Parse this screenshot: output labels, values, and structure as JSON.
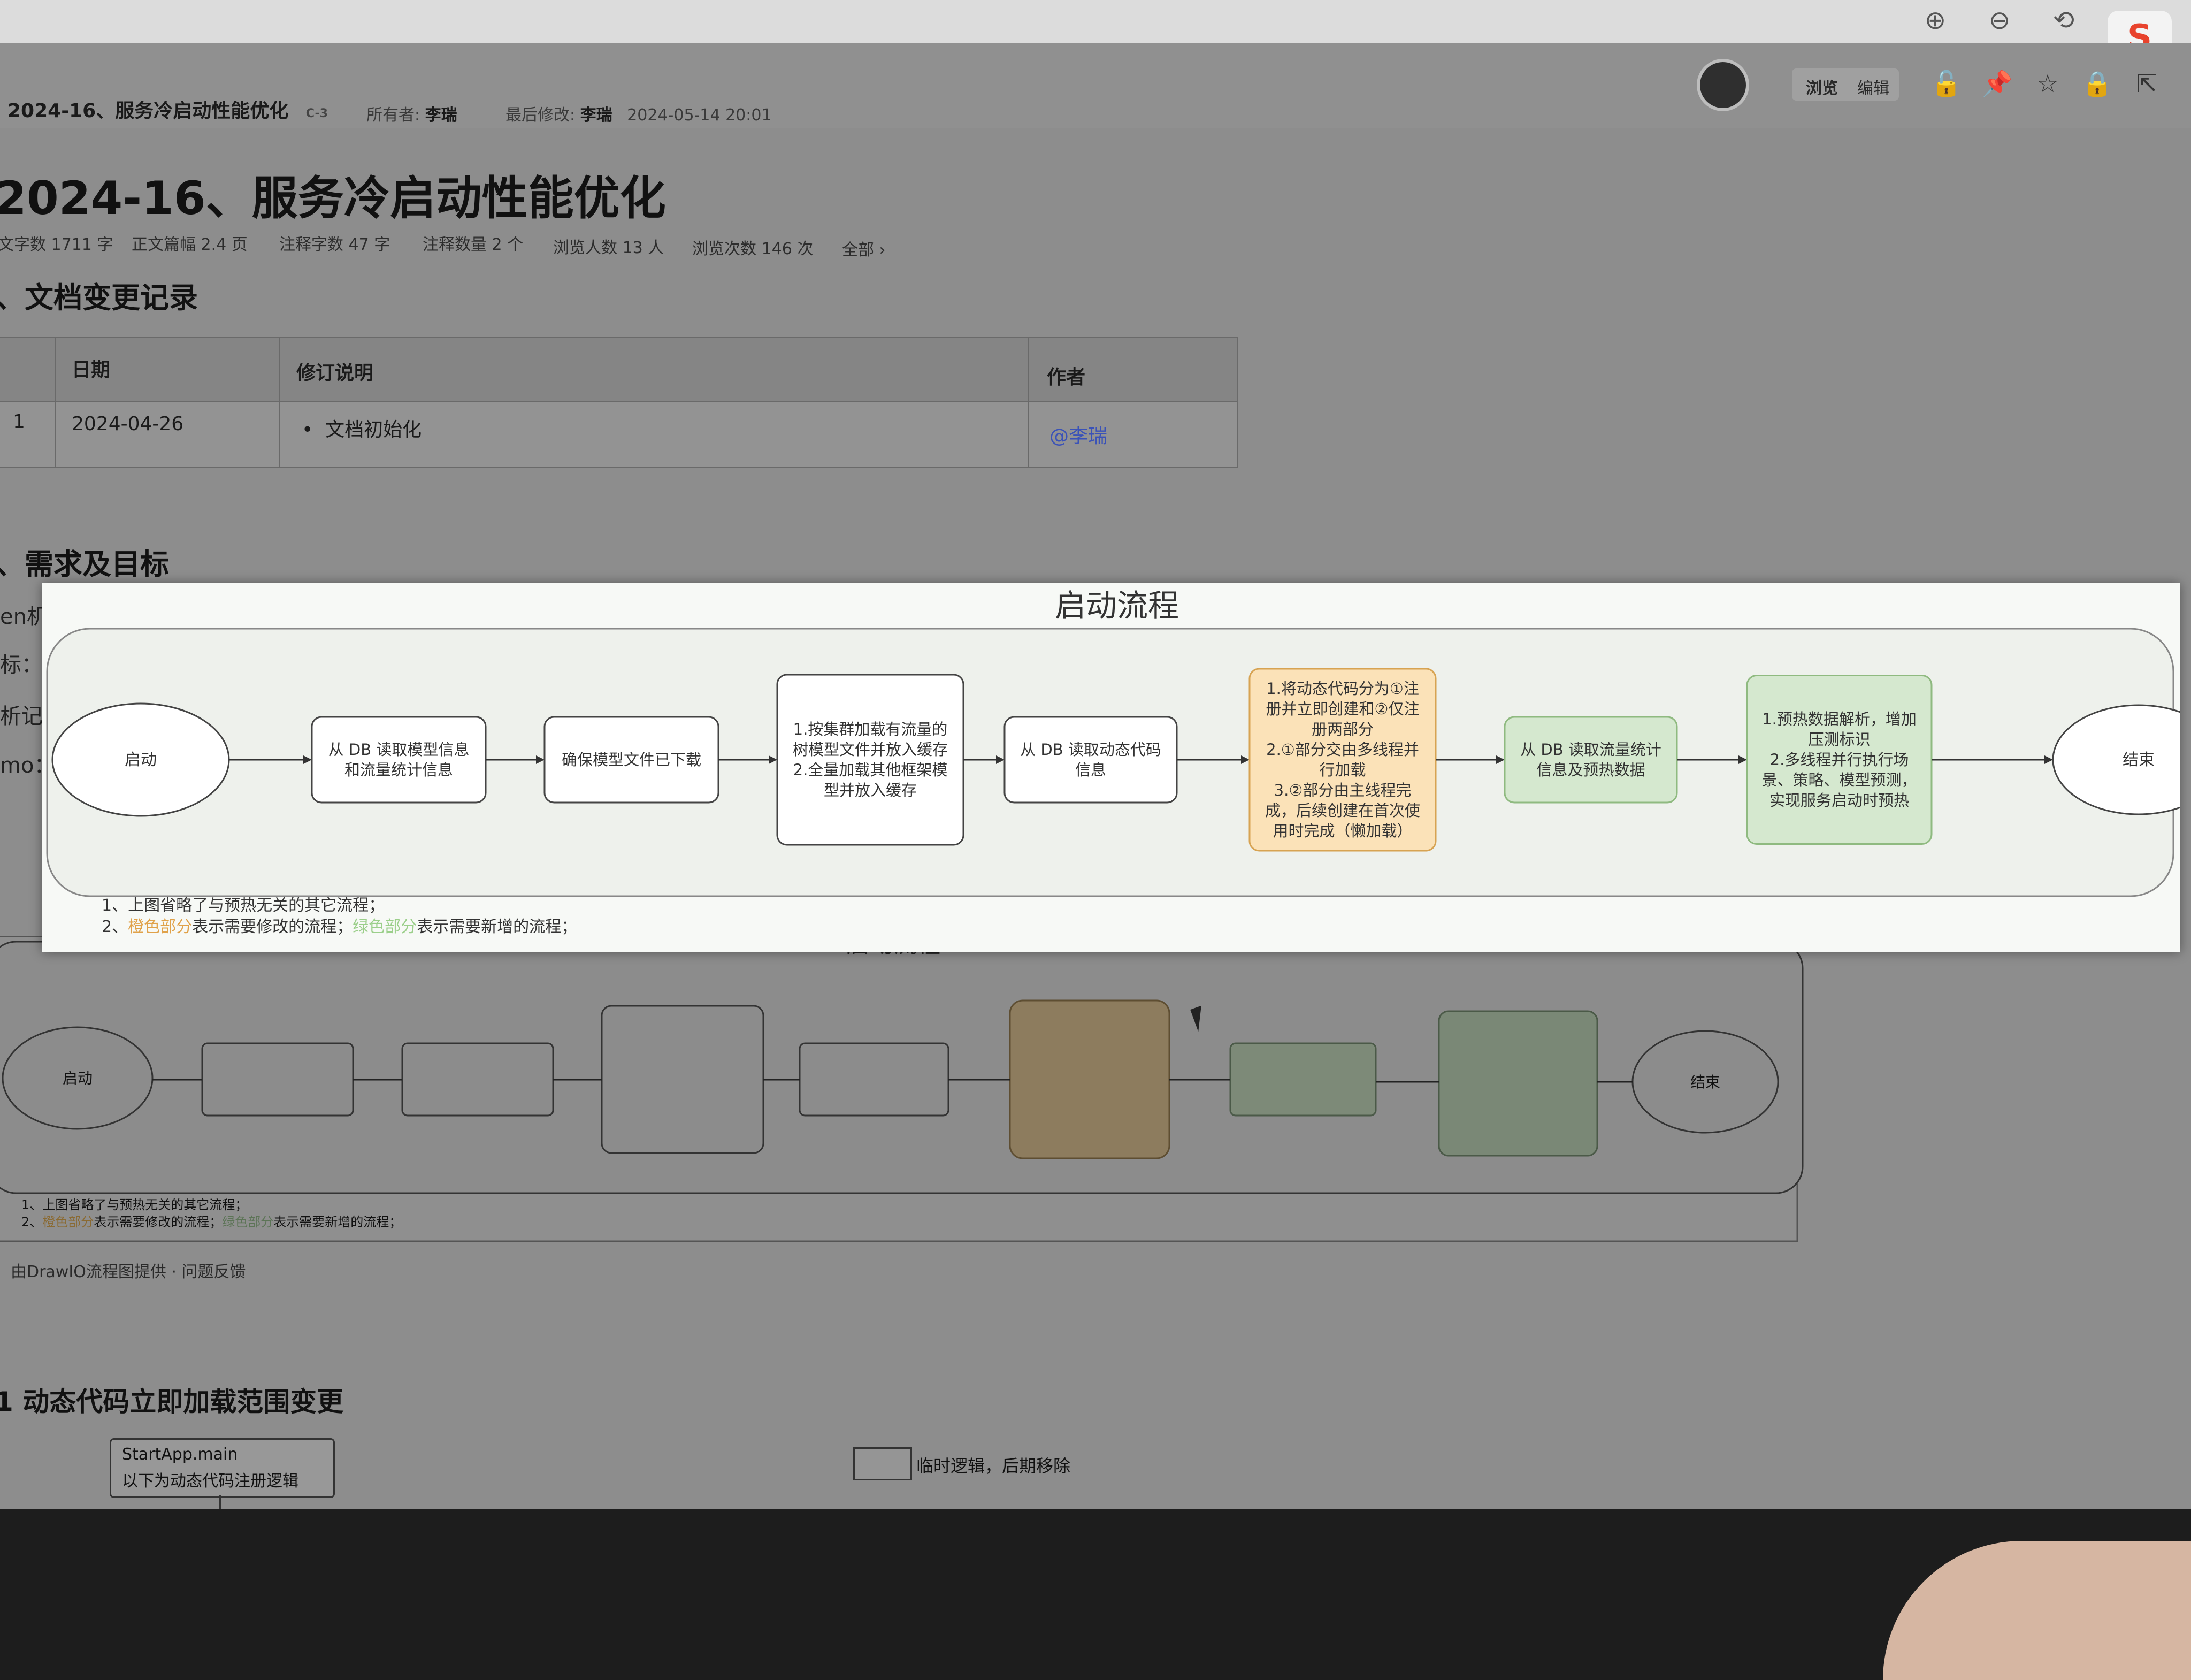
{
  "doc": {
    "title": "2024-16、服务冷启动性能优化",
    "title_tag": "C-3",
    "owner_label": "所有者",
    "owner": "李瑞",
    "modified_label": "最后修改",
    "modifier": "李瑞",
    "modified_time": "2024-05-14 20:01",
    "view_label": "浏览",
    "edit_label": "编辑",
    "stats": {
      "words": "文字数 1711 字",
      "pages": "正文篇幅 2.4 页",
      "note_words": "注释字数 47 字",
      "notes": "注释数量 2 个",
      "viewers": "浏览人数 13 人",
      "views": "浏览次数 146 次",
      "all": "全部 ›"
    }
  },
  "sections": {
    "changelog": "、文档变更记录",
    "requirements": "、需求及目标",
    "dynamic": "1 动态代码立即加载范围变更"
  },
  "changelog_table": {
    "headers": [
      "日期",
      "修订说明",
      "作者"
    ],
    "rows": [
      {
        "no": "1",
        "date": "2024-04-26",
        "desc": "文档初始化",
        "author": "@李瑞"
      }
    ]
  },
  "side_cut": [
    "en机",
    "标：",
    "析记",
    "mo："
  ],
  "flow": {
    "title": "启动流程",
    "start": "启动",
    "end": "结束",
    "steps": [
      {
        "id": "s1",
        "lines": [
          "从 DB 读取模型信息",
          "和流量统计信息"
        ],
        "kind": "plain"
      },
      {
        "id": "s2",
        "lines": [
          "确保模型文件已下载"
        ],
        "kind": "plain"
      },
      {
        "id": "s3",
        "lines": [
          "1.按集群加载有流量的",
          "树模型文件并放入缓存",
          "2.全量加载其他框架模",
          "型并放入缓存"
        ],
        "kind": "plain"
      },
      {
        "id": "s4",
        "lines": [
          "从 DB 读取动态代码",
          "信息"
        ],
        "kind": "plain"
      },
      {
        "id": "s5",
        "lines": [
          "1.将动态代码分为①注",
          "册并立即创建和②仅注",
          "册两部分",
          "2.①部分交由多线程并",
          "行加载",
          "3.②部分由主线程完",
          "成，后续创建在首次使",
          "用时完成（懒加载）"
        ],
        "kind": "orange"
      },
      {
        "id": "s6",
        "lines": [
          "从 DB 读取流量统计",
          "信息及预热数据"
        ],
        "kind": "green"
      },
      {
        "id": "s7",
        "lines": [
          "1.预热数据解析，增加",
          "压测标识",
          "2.多线程并行执行场",
          "景、策略、模型预测，",
          "实现服务启动时预热"
        ],
        "kind": "green"
      }
    ],
    "notes": {
      "n1": "1、上图省略了与预热无关的其它流程；",
      "n2_prefix": "2、",
      "n2_orange": "橙色部分",
      "n2_mid": "表示需要修改的流程；",
      "n2_green": "绿色部分",
      "n2_suffix": "表示需要新增的流程；"
    },
    "bg_title": "启动流程",
    "provider": "由DrawIO流程图提供 · 问题反馈"
  },
  "code_box": {
    "line1": "StartApp.main",
    "line2": "以下为动态代码注册逻辑"
  },
  "legend": {
    "label": "临时逻辑，后期移除"
  },
  "colors": {
    "orange_fill": "#fbe2b8",
    "orange_stroke": "#d7a352",
    "green_fill": "#d5e8cf",
    "green_stroke": "#8fba80",
    "orange_text": "#e0a24a",
    "green_text": "#9bcf8a",
    "link": "#3a52b8",
    "sogou": "#e8432d"
  },
  "icons": [
    "zoom-in-icon",
    "zoom-out-icon",
    "rotate-icon",
    "lock-open-icon",
    "pin-icon",
    "star-icon",
    "lock-icon",
    "share-icon"
  ]
}
